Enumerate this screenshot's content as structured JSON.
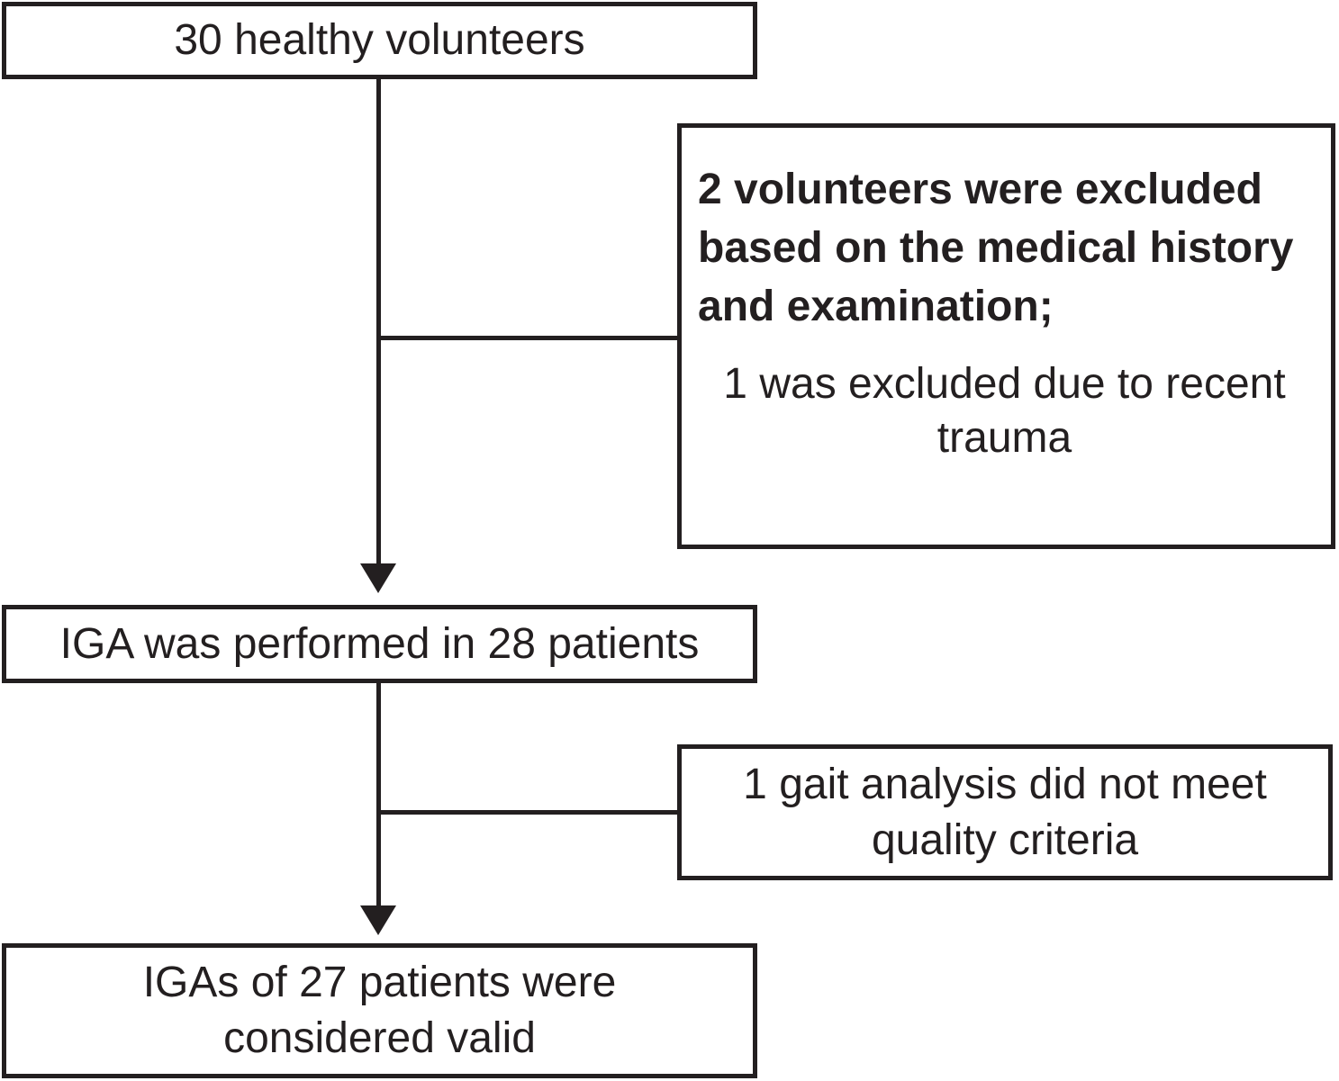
{
  "figure": {
    "background_color": "#ffffff",
    "line_color": "#231f20"
  },
  "flow": {
    "top_box": {
      "label": "30 healthy volunteers"
    },
    "exclusion_box_1": {
      "headline": "2 volunteers were excluded based on the medical history and examination;",
      "detail": "1 was excluded due to recent trauma"
    },
    "middle_box": {
      "label": "IGA was performed in 28 patients"
    },
    "exclusion_box_2": {
      "label": "1 gait analysis did not meet quality criteria"
    },
    "bottom_box": {
      "label": "IGAs of 27 patients were considered valid"
    }
  }
}
